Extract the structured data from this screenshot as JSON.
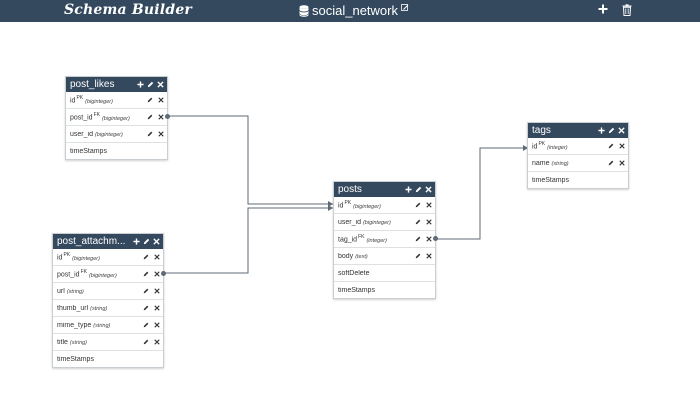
{
  "app": {
    "brand": "Schema Builder",
    "project_name": "social_network",
    "add_label": "+",
    "delete_icon": "trash-icon"
  },
  "colors": {
    "header_bg": "#34495e",
    "link_line": "#5f6b76",
    "table_border": "#c9ced3"
  },
  "tables": {
    "post_likes": {
      "name": "post_likes",
      "columns": [
        {
          "name": "id",
          "pk": "PK",
          "type": "(biginteger)"
        },
        {
          "name": "post_id",
          "pk": "FK",
          "type": "(biginteger)"
        },
        {
          "name": "user_id",
          "pk": "",
          "type": "(biginteger)"
        }
      ],
      "footer": [
        "timeStamps"
      ]
    },
    "post_attachments": {
      "name": "post_attachm...",
      "columns": [
        {
          "name": "id",
          "pk": "PK",
          "type": "(biginteger)"
        },
        {
          "name": "post_id",
          "pk": "FK",
          "type": "(biginteger)"
        },
        {
          "name": "url",
          "pk": "",
          "type": "(string)"
        },
        {
          "name": "thumb_url",
          "pk": "",
          "type": "(string)"
        },
        {
          "name": "mime_type",
          "pk": "",
          "type": "(string)"
        },
        {
          "name": "title",
          "pk": "",
          "type": "(string)"
        }
      ],
      "footer": [
        "timeStamps"
      ]
    },
    "posts": {
      "name": "posts",
      "columns": [
        {
          "name": "id",
          "pk": "PK",
          "type": "(biginteger)"
        },
        {
          "name": "user_id",
          "pk": "",
          "type": "(biginteger)"
        },
        {
          "name": "tag_id",
          "pk": "FK",
          "type": "(integer)"
        },
        {
          "name": "body",
          "pk": "",
          "type": "(text)"
        }
      ],
      "footer": [
        "softDelete",
        "timeStamps"
      ]
    },
    "tags": {
      "name": "tags",
      "columns": [
        {
          "name": "id",
          "pk": "PK",
          "type": "(integer)"
        },
        {
          "name": "name",
          "pk": "",
          "type": "(string)"
        }
      ],
      "footer": [
        "timeStamps"
      ]
    }
  }
}
